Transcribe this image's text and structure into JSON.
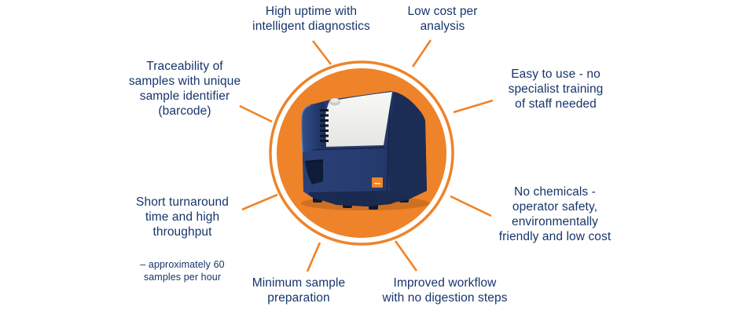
{
  "colors": {
    "orange": "#EF8329",
    "label_text": "#16356B",
    "device_navy": "#263C70",
    "device_dark_navy": "#1C2D55",
    "lid_white": "#EFEFEC"
  },
  "center_illustration": {
    "name": "analyzer-instrument"
  },
  "benefits": [
    {
      "id": "high-uptime",
      "text": "High uptime with\nintelligent diagnostics"
    },
    {
      "id": "low-cost",
      "text": "Low cost per\nanalysis"
    },
    {
      "id": "traceability",
      "text": "Traceability of\nsamples with unique\nsample identifier\n(barcode)"
    },
    {
      "id": "easy-to-use",
      "text": "Easy to use - no\nspecialist training\nof staff needed"
    },
    {
      "id": "short-turnaround",
      "text": "Short turnaround\ntime and high\nthroughput",
      "note": "– approximately 60\nsamples per hour"
    },
    {
      "id": "no-chemicals",
      "text": "No chemicals -\noperator safety,\nenvironmentally\nfriendly and low cost"
    },
    {
      "id": "minimum-sample",
      "text": "Minimum sample\npreparation"
    },
    {
      "id": "improved-workflow",
      "text": "Improved workflow\nwith no digestion steps"
    }
  ]
}
